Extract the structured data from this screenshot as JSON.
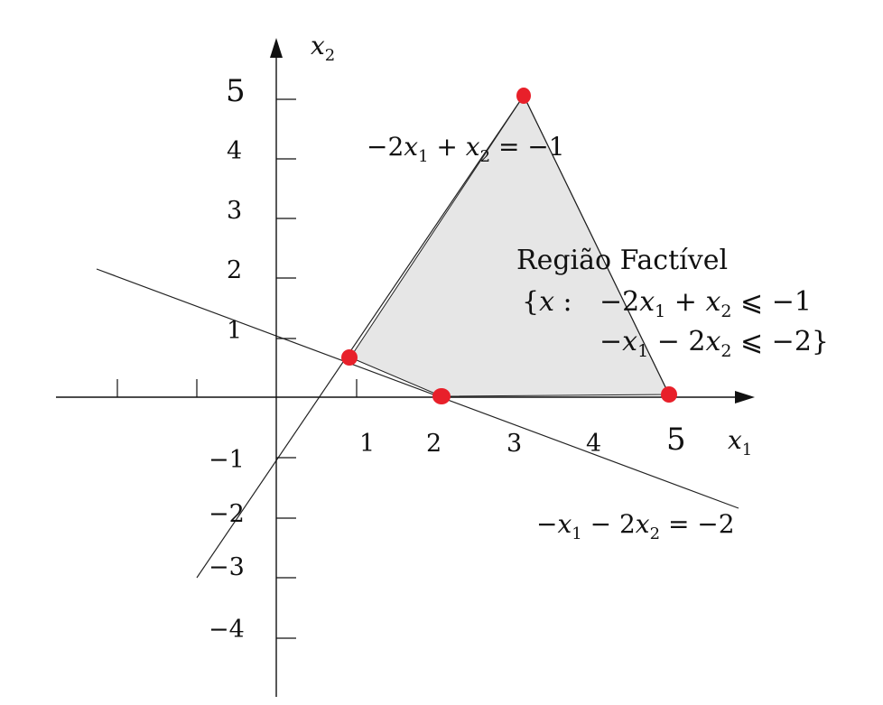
{
  "diagram": {
    "axes": {
      "x_label": "x",
      "x_label_sub": "1",
      "y_label": "x",
      "y_label_sub": "2",
      "x_tick_labels": [
        {
          "value": 1,
          "text": "1"
        },
        {
          "value": 2,
          "text": "2"
        },
        {
          "value": 3,
          "text": "3"
        },
        {
          "value": 4,
          "text": "4"
        },
        {
          "value": 5,
          "text": "5"
        }
      ],
      "y_tick_labels": [
        {
          "value": 5,
          "text": "5"
        },
        {
          "value": 4,
          "text": "4"
        },
        {
          "value": 3,
          "text": "3"
        },
        {
          "value": 2,
          "text": "2"
        },
        {
          "value": 1,
          "text": "1"
        },
        {
          "value": -1,
          "text": "−1"
        },
        {
          "value": -2,
          "text": "−2"
        },
        {
          "value": -3,
          "text": "−3"
        },
        {
          "value": -4,
          "text": "−4"
        }
      ]
    },
    "equations": {
      "line1": {
        "p1": "−2",
        "v1": "x",
        "s1": "1",
        "p2": " + ",
        "v2": "x",
        "s2": "2",
        "p3": " = −1"
      },
      "line2": {
        "p1": "−",
        "v1": "x",
        "s1": "1",
        "p2": " − 2",
        "v2": "x",
        "s2": "2",
        "p3": " = −2"
      }
    },
    "region": {
      "title": "Região Factível",
      "set_open": "{",
      "set_var": "x",
      "set_colon": " :",
      "row1": {
        "p1": "−2",
        "v1": "x",
        "s1": "1",
        "p2": " + ",
        "v2": "x",
        "s2": "2",
        "p3": " ⩽ −1"
      },
      "row2": {
        "p1": "−",
        "v1": "x",
        "s1": "1",
        "p2": " − 2",
        "v2": "x",
        "s2": "2",
        "p3": " ⩽ −2}"
      }
    },
    "colors": {
      "region_fill": "#e6e6e6",
      "vertex": "#e8202a",
      "line": "#222222"
    }
  }
}
